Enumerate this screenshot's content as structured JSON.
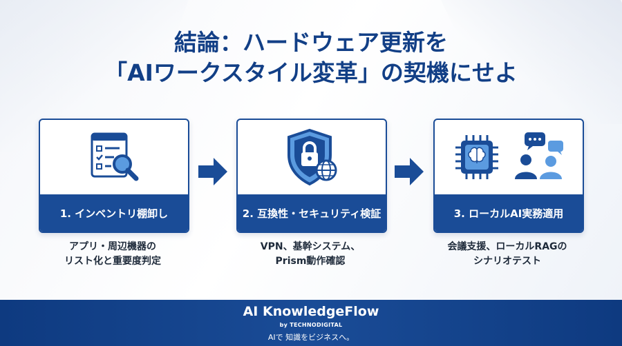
{
  "title": {
    "line1": "結論：ハードウェア更新を",
    "line2": "「AIワークスタイル変革」の契機にせよ"
  },
  "steps": [
    {
      "label": "1. インベントリ棚卸し",
      "icon": "checklist-magnifier-icon",
      "desc_line1": "アプリ・周辺機器の",
      "desc_line2": "リスト化と重要度判定"
    },
    {
      "label": "2. 互換性・セキュリティ検証",
      "icon": "shield-lock-globe-icon",
      "desc_line1": "VPN、基幹システム、",
      "desc_line2": "Prism動作確認"
    },
    {
      "label": "3. ローカルAI実務適用",
      "icon": "ai-chip-people-chat-icon",
      "desc_line1": "会議支援、ローカルRAGの",
      "desc_line2": "シナリオテスト"
    }
  ],
  "arrows": [
    "arrow-right-icon",
    "arrow-right-icon"
  ],
  "footer": {
    "brand": "AI KnowledgeFlow",
    "by": "by TECHNODIGITAL",
    "tagline": "AIで 知識をビジネスへ。"
  },
  "colors": {
    "primary": "#1a4c97",
    "title": "#123f86",
    "accent_light": "#5b9be0"
  }
}
